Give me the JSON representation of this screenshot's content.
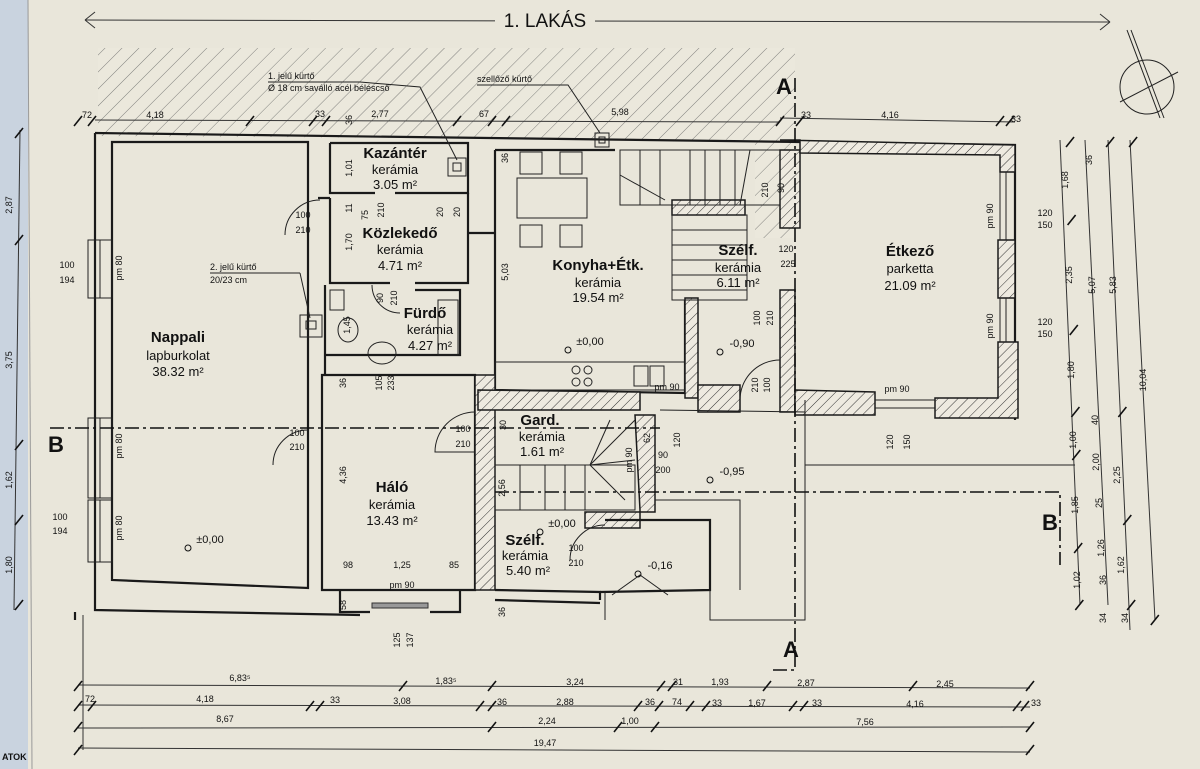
{
  "title": "1. LAKÁS",
  "rooms": {
    "nappali": {
      "name": "Nappali",
      "floor": "lapburkolat",
      "area": "38.32 m²"
    },
    "kazanter": {
      "name": "Kazántér",
      "floor": "kerámia",
      "area": "3.05 m²"
    },
    "kozlekedo": {
      "name": "Közlekedő",
      "floor": "kerámia",
      "area": "4.71 m²"
    },
    "furdo": {
      "name": "Fürdő",
      "floor": "kerámia",
      "area": "4.27 m²"
    },
    "konyha": {
      "name": "Konyha+Étk.",
      "floor": "kerámia",
      "area": "19.54 m²"
    },
    "szelf1": {
      "name": "Szélf.",
      "floor": "kerámia",
      "area": "6.11 m²"
    },
    "etkezo": {
      "name": "Étkező",
      "floor": "parketta",
      "area": "21.09 m²"
    },
    "halo": {
      "name": "Háló",
      "floor": "kerámia",
      "area": "13.43 m²"
    },
    "gard": {
      "name": "Gard.",
      "floor": "kerámia",
      "area": "1.61 m²"
    },
    "szelf2": {
      "name": "Szélf.",
      "floor": "kerámia",
      "area": "5.40 m²"
    }
  },
  "notes": {
    "chimney1_title": "1. jelű kürtő",
    "chimney1_desc": "Ø 18 cm saválló acél béléscső",
    "vent": "szellőző kürtő",
    "chimney2_title": "2. jelű kürtő",
    "chimney2_desc": "20/23 cm",
    "corner_text": "ATOK"
  },
  "levels": [
    "±0,00",
    "±0,00",
    "-0,90",
    "-0,95",
    "±0,00",
    "-0,16"
  ],
  "sections": {
    "a_top": "A",
    "a_bottom": "A",
    "b_left": "B",
    "b_right": "B"
  },
  "dims_top": [
    "72",
    "4,18",
    "33",
    "2,77",
    "67",
    "5,98",
    "33",
    "4,16",
    "33"
  ],
  "dims_bottom": {
    "row1": [
      "6,83⁵",
      "1,83⁵",
      "3,24",
      "31",
      "1,93",
      "2,87",
      "2,45"
    ],
    "row2": [
      "72",
      "4,18",
      "33",
      "3,08",
      "36",
      "2,88",
      "36",
      "74",
      "33",
      "1,67",
      "33",
      "4,16",
      "33"
    ],
    "row3": [
      "8,67",
      "2,24",
      "1,00",
      "7,56"
    ],
    "row4": [
      "19,47"
    ]
  },
  "dims_right": {
    "col1": [
      "1,68",
      "2,35",
      "1,80",
      "1,00",
      "1,85",
      "1,02"
    ],
    "col2": [
      "36",
      "5,07",
      "40",
      "2,00",
      "25",
      "1,26",
      "36",
      "34"
    ],
    "col3": [
      "5,83",
      "2,25",
      "1,62",
      "34"
    ],
    "col4": [
      "10,04"
    ]
  },
  "dims_left": [
    "2,87",
    "3,75",
    "1,62",
    "1,80"
  ],
  "inner_dims": [
    "36",
    "1,01",
    "11",
    "75",
    "210",
    "20",
    "20",
    "1,70",
    "90",
    "210",
    "1,45",
    "5,03",
    "36",
    "36",
    "4,36",
    "98",
    "1,25",
    "85",
    "58",
    "36",
    "125",
    "137",
    "105",
    "233",
    "2,56",
    "62",
    "120",
    "90",
    "210",
    "120",
    "225",
    "100",
    "210",
    "30"
  ],
  "openings": {
    "win_left1": [
      "100",
      "194",
      "pm 80"
    ],
    "win_left2": [
      "100",
      "194",
      "pm 80"
    ],
    "door_nappali_top": [
      "100",
      "210"
    ],
    "door_nappali_mid": [
      "100",
      "210"
    ],
    "win_nappali_mid": [
      "pm 80"
    ],
    "door_gard": [
      "100",
      "210"
    ],
    "door_szelf": [
      "100",
      "210"
    ],
    "win_etk1": [
      "120",
      "150",
      "pm 90"
    ],
    "win_etk2": [
      "120",
      "150",
      "pm 90"
    ],
    "win_etk_bottom": [
      "pm 90"
    ],
    "door_etk": [
      "120",
      "150"
    ],
    "door_konyha": [
      "100",
      "210"
    ],
    "win_kitchen": [
      "pm 90"
    ],
    "win_halo": [
      "pm 90"
    ],
    "win_stair": [
      "pm 90",
      "90",
      "200"
    ]
  }
}
